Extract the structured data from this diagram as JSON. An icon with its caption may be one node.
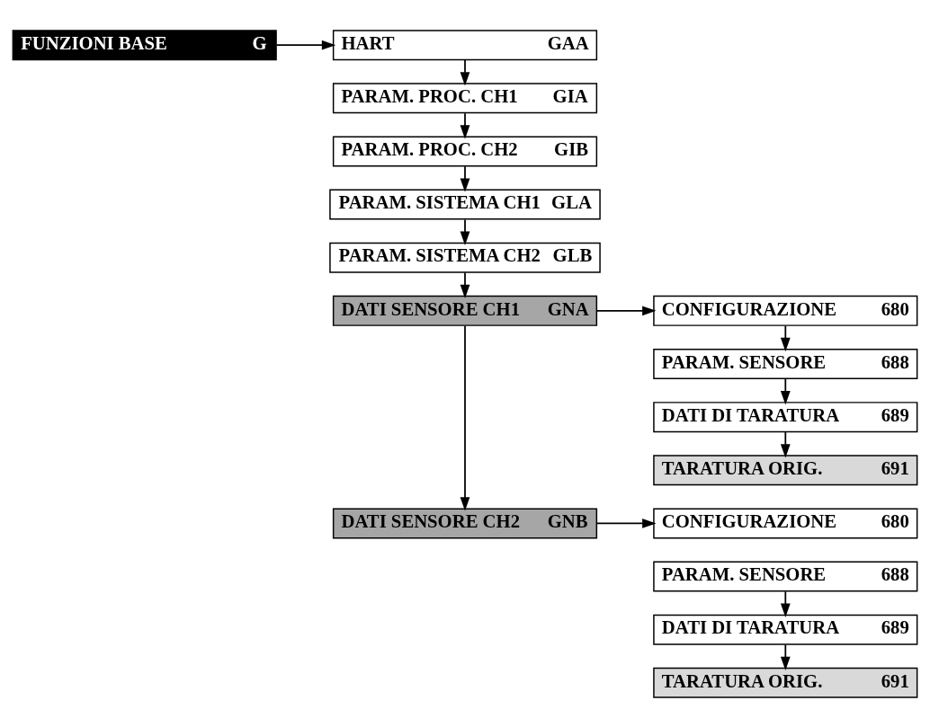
{
  "diagram": {
    "nodes": [
      {
        "text": [
          "FUNZIONI BASE",
          "G"
        ]
      },
      {
        "text": [
          "HART",
          "GAA"
        ]
      },
      {
        "text": [
          "PARAM. PROC. CH1",
          "GIA"
        ]
      },
      {
        "text": [
          "PARAM. PROC. CH2",
          "GIB"
        ]
      },
      {
        "text": [
          "PARAM. SISTEMA CH1",
          "GLA"
        ]
      },
      {
        "text": [
          "PARAM. SISTEMA CH2",
          "GLB"
        ]
      },
      {
        "text": [
          "DATI SENSORE CH1",
          "GNA"
        ]
      },
      {
        "text": [
          "CONFIGURAZIONE",
          "680"
        ]
      },
      {
        "text": [
          "PARAM. SENSORE",
          "688"
        ]
      },
      {
        "text": [
          "DATI DI TARATURA",
          "689"
        ]
      },
      {
        "text": [
          "TARATURA ORIG.",
          "691"
        ]
      },
      {
        "text": [
          "DATI SENSORE CH2",
          "GNB"
        ]
      },
      {
        "text": [
          "CONFIGURAZIONE",
          "680"
        ]
      },
      {
        "text": [
          "PARAM. SENSORE",
          "688"
        ]
      },
      {
        "text": [
          "DATI DI TARATURA",
          "689"
        ]
      },
      {
        "text": [
          "TARATURA ORIG.",
          "691"
        ]
      }
    ],
    "edges": [
      {
        "from": 0,
        "to": 1,
        "arrow": "to"
      },
      {
        "from": 1,
        "to": 2,
        "arrow": "to"
      },
      {
        "from": 2,
        "to": 3,
        "arrow": "to"
      },
      {
        "from": 3,
        "to": 4,
        "arrow": "to"
      },
      {
        "from": 4,
        "to": 5,
        "arrow": "to"
      },
      {
        "from": 5,
        "to": 6,
        "arrow": "to"
      },
      {
        "from": 6,
        "to": 7,
        "arrow": "to"
      },
      {
        "from": 7,
        "to": 8,
        "arrow": "to"
      },
      {
        "from": 8,
        "to": 9,
        "arrow": "to"
      },
      {
        "from": 9,
        "to": 10,
        "arrow": "to"
      },
      {
        "from": 6,
        "to": 11,
        "arrow": "to"
      },
      {
        "from": 11,
        "to": 12,
        "arrow": "to"
      },
      {
        "from": 13,
        "to": 14,
        "arrow": "to"
      },
      {
        "from": 14,
        "to": 15,
        "arrow": "to"
      }
    ]
  }
}
